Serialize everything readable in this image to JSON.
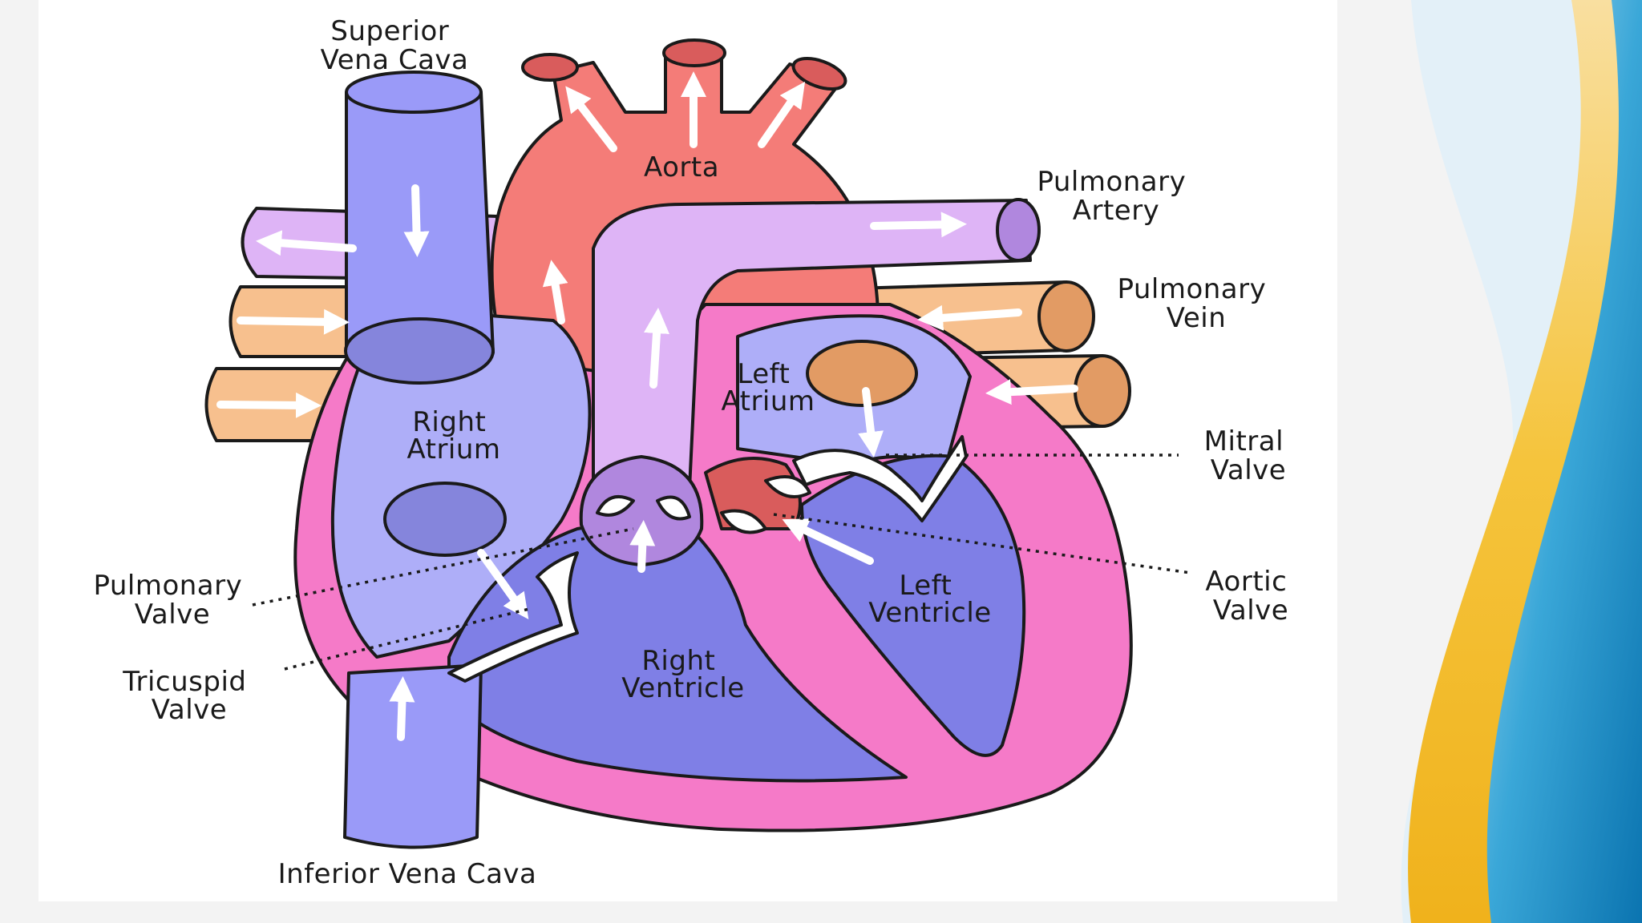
{
  "labels": {
    "superior_vena_cava": [
      "Superior",
      "Vena Cava"
    ],
    "aorta": "Aorta",
    "pulmonary_artery": [
      "Pulmonary",
      "Artery"
    ],
    "pulmonary_vein": [
      "Pulmonary",
      "Vein"
    ],
    "left_atrium": [
      "Left",
      "Atrium"
    ],
    "right_atrium": [
      "Right",
      "Atrium"
    ],
    "mitral_valve": [
      "Mitral",
      "Valve"
    ],
    "aortic_valve": [
      "Aortic",
      "Valve"
    ],
    "left_ventricle": [
      "Left",
      "Ventricle"
    ],
    "right_ventricle": [
      "Right",
      "Ventricle"
    ],
    "pulmonary_valve": [
      "Pulmonary",
      "Valve"
    ],
    "tricuspid_valve": [
      "Tricuspid",
      "Valve"
    ],
    "inferior_vena_cava": "Inferior Vena Cava"
  },
  "colors": {
    "vena_cava": "#9a9af8",
    "aorta": "#f47c78",
    "pulmonary_artery": "#deb4f6",
    "pulmonary_vein": "#f7c08e",
    "heart_wall": "#f57ac8",
    "atrium": "#aeaef8",
    "ventricle": "#7f7fe6",
    "accent_gold": "#f5c43c",
    "accent_blue": "#1b8fc9"
  }
}
